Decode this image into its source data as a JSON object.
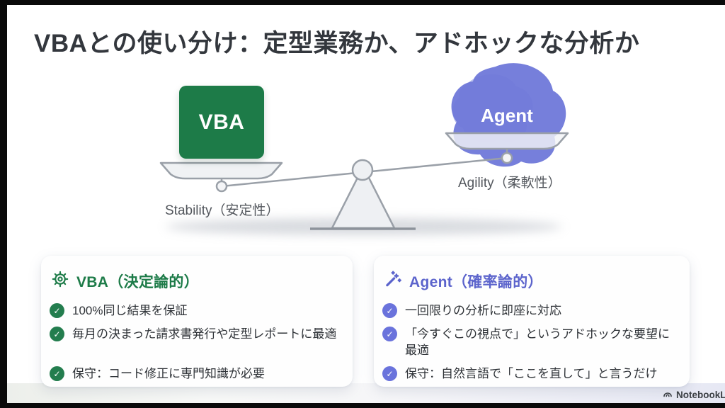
{
  "slide": {
    "title": "VBAとの使い分け：定型業務か、アドホックな分析か",
    "scale": {
      "left_weight_label": "VBA",
      "left_caption": "Stability（安定性）",
      "right_weight_label": "Agent",
      "right_caption": "Agility（柔軟性）",
      "tilt": "left-down"
    },
    "cards": {
      "vba": {
        "icon": "gear-icon",
        "title": "VBA（決定論的）",
        "accent_color": "#1d7b48",
        "bullets": [
          "100%同じ結果を保証",
          "毎月の決まった請求書発行や定型レポートに最適",
          "保守：コード修正に専門知識が必要"
        ]
      },
      "agent": {
        "icon": "magic-wand-icon",
        "title": "Agent（確率論的）",
        "accent_color": "#5c64cc",
        "bullets": [
          "一回限りの分析に即座に対応",
          "「今すぐこの視点で」というアドホックな要望に最適",
          "保守：自然言語で「ここを直して」と言うだけ"
        ]
      }
    },
    "footer": {
      "brand": "NotebookLM"
    },
    "colors": {
      "vba_green": "#1d7b48",
      "agent_purple": "#6f78d9",
      "agent_purple_light": "#acb3e9",
      "check_green": "#237d4e",
      "check_purple": "#6a73dc",
      "title_text": "#33373d",
      "caption_gray": "#53575d",
      "scale_stroke": "#9aa0a8"
    },
    "check_glyph": "✓"
  }
}
